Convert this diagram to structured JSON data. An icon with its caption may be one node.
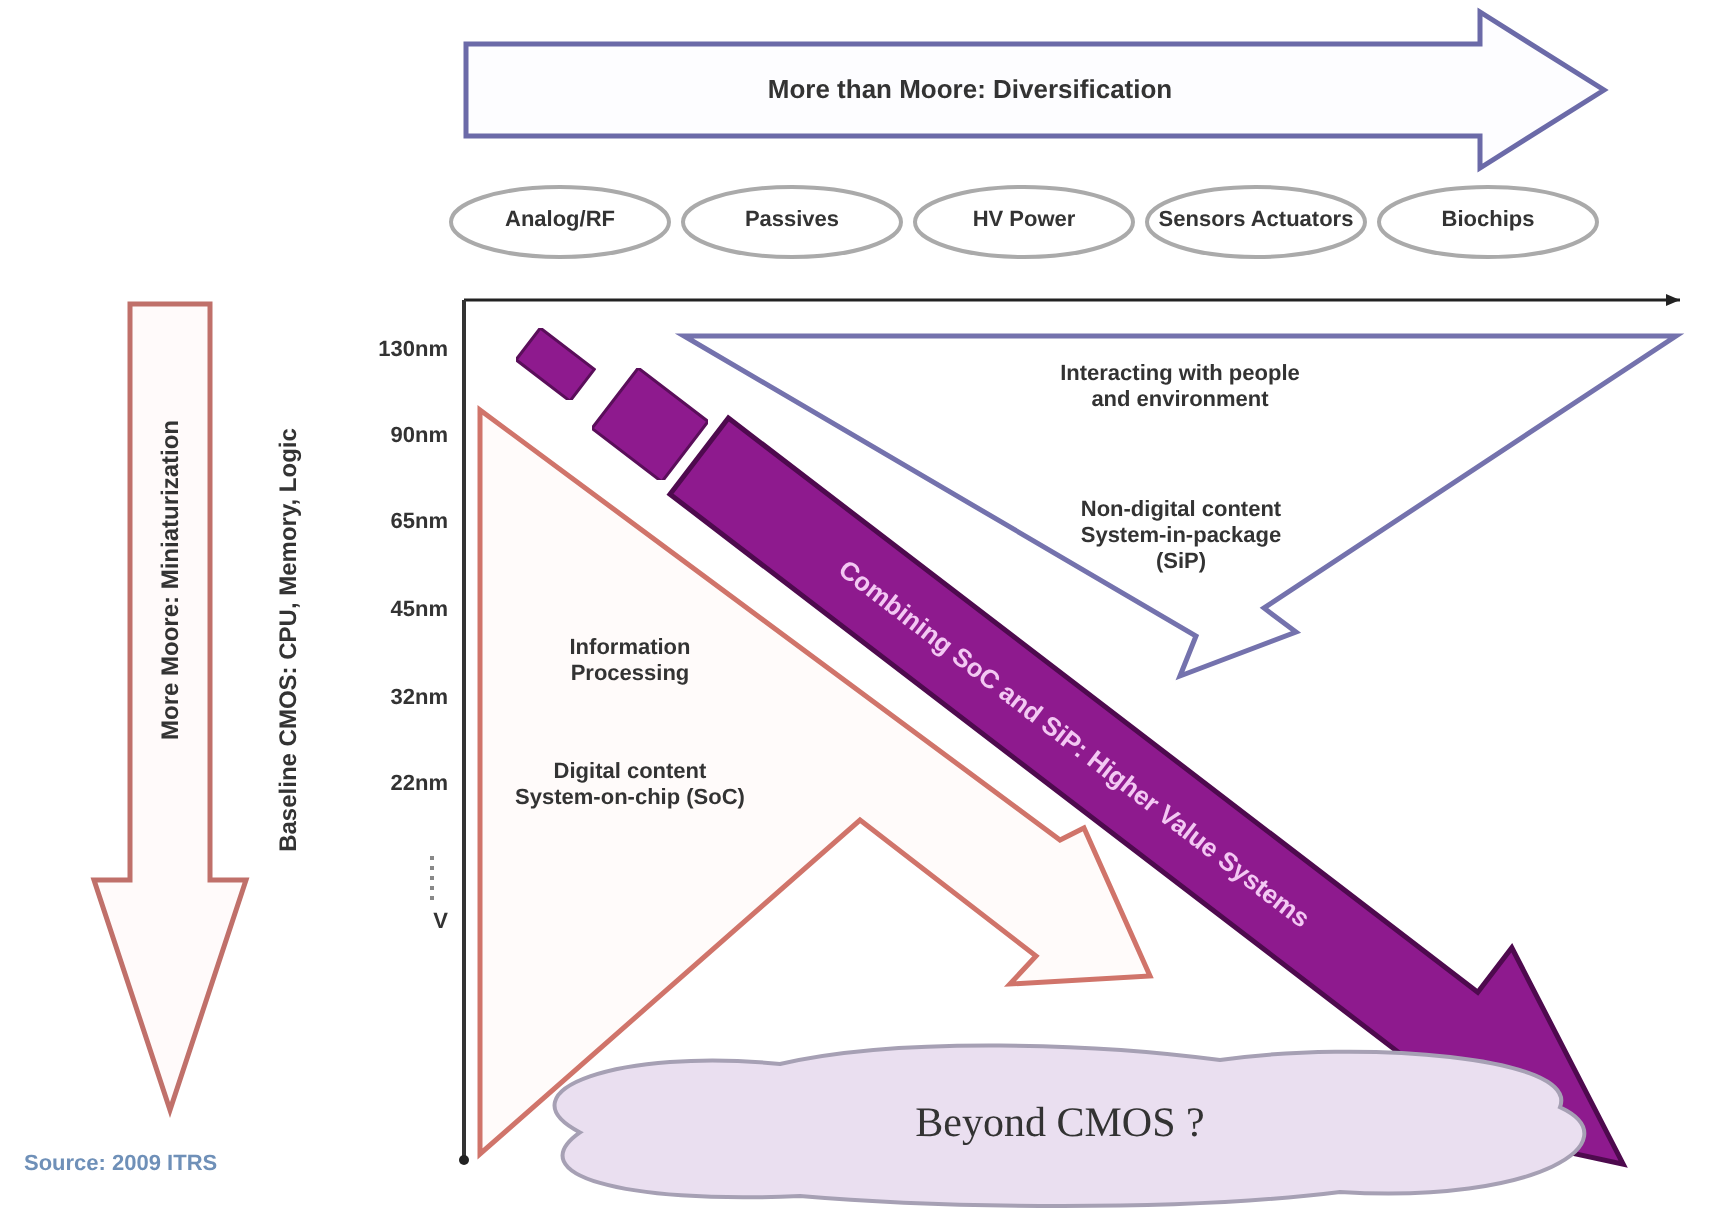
{
  "diagram": {
    "nodes": [
      {
        "text": [
          "More than Moore: Diversification"
        ]
      },
      {
        "text": [
          "Analog/RF"
        ]
      },
      {
        "text": [
          "Passives"
        ]
      },
      {
        "text": [
          "HV Power"
        ]
      },
      {
        "text": [
          "Sensors Actuators"
        ]
      },
      {
        "text": [
          "Biochips"
        ]
      },
      {
        "text": [
          "More Moore: Miniaturization"
        ]
      },
      {
        "text": [
          "Interacting with people and environment",
          "Non-digital content System-in-package (SiP)"
        ]
      },
      {
        "text": [
          "Information Processing",
          "Digital content System-on-chip (SoC)"
        ]
      },
      {
        "text": [
          "Combining SoC and SiP: Higher Value Systems"
        ]
      },
      {
        "text": [
          "Beyond CMOS ?"
        ]
      }
    ],
    "labels": [
      "Baseline CMOS: CPU, Memory, Logic",
      "130nm",
      "90nm",
      "65nm",
      "45nm",
      "32nm",
      "22nm",
      "V",
      "Source: 2009 ITRS"
    ]
  }
}
